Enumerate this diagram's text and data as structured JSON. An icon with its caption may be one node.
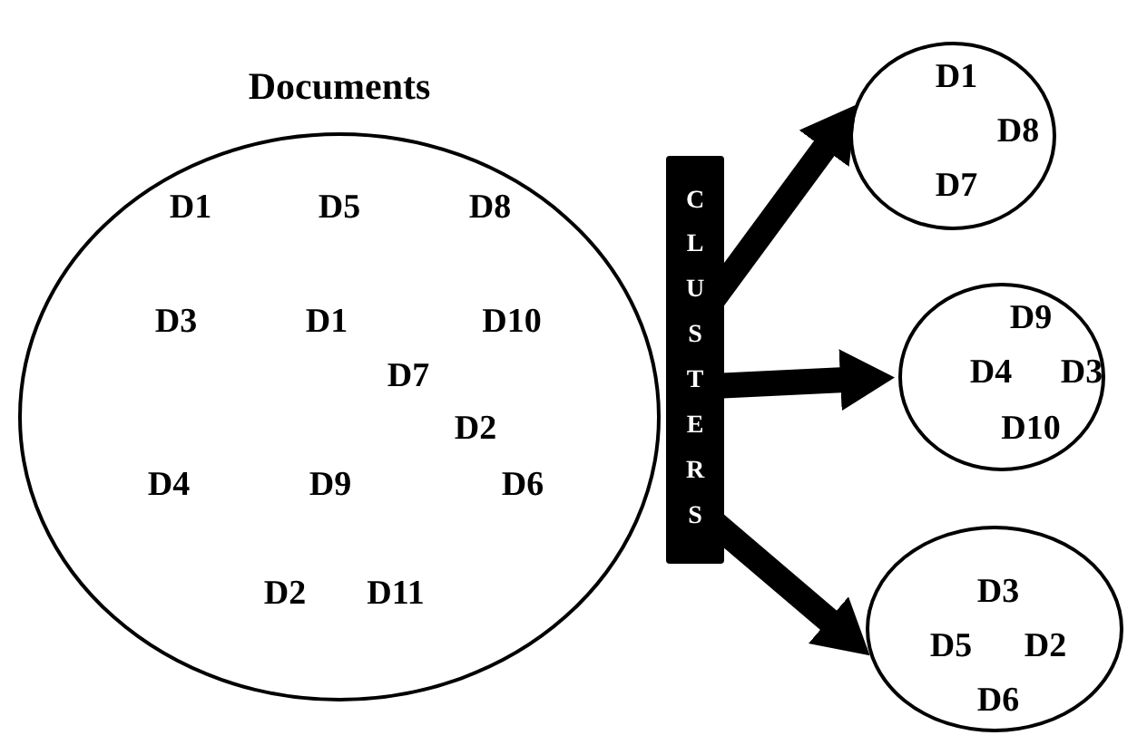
{
  "diagram": {
    "nodes": [
      {
        "text": [
          "Documents",
          "D1",
          "D5",
          "D8",
          "D3",
          "D1",
          "D10",
          "D7",
          "D2",
          "D4",
          "D9",
          "D6",
          "D2",
          "D11"
        ]
      },
      {
        "text": [
          "CLUSTERS"
        ]
      },
      {
        "text": [
          "D1",
          "D8",
          "D7"
        ]
      },
      {
        "text": [
          "D9",
          "D4",
          "D3",
          "D10"
        ]
      },
      {
        "text": [
          "D3",
          "D5",
          "D2",
          "D6"
        ]
      }
    ],
    "edges": [
      {
        "from": 1,
        "to": 2,
        "arrow": "to"
      },
      {
        "from": 1,
        "to": 3,
        "arrow": "to"
      },
      {
        "from": 1,
        "to": 4,
        "arrow": "to"
      }
    ]
  }
}
